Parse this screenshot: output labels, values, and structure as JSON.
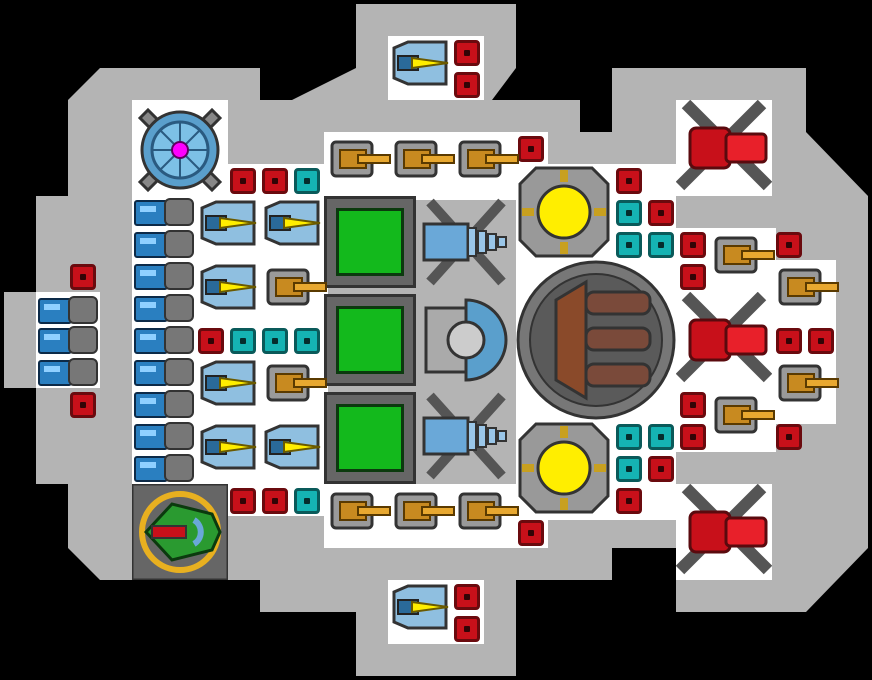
{
  "colors": {
    "background": "#000000",
    "hull": "#b4b4b4",
    "floor": "#ffffff",
    "module_red": "#c8101a",
    "module_cyan": "#15b3b3",
    "armor_green": "#13b91c",
    "reactor_core": "#ffee00",
    "battery_blue": "#2a7fc0",
    "cannon_gold": "#c88a20",
    "cannon_copper": "#8a4a2a"
  },
  "parts": {
    "core": "shield-generator-core",
    "armor": "green-armor-plates",
    "reactors": "yellow-reactor-cores",
    "main_gun": "heavy-triple-cannon-turret",
    "hangar": "green-fighter-drone",
    "lasers": "blue-yellow-laser-guns",
    "autocannons": "gold-autocannons",
    "missiles": "red-missile-launchers"
  }
}
